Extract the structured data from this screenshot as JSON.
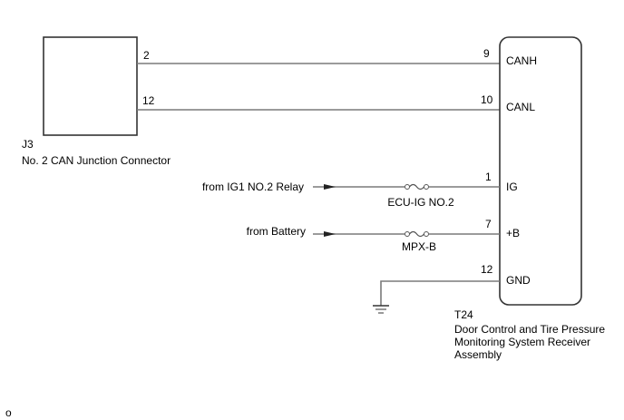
{
  "diagram": {
    "left_component": {
      "id": "J3",
      "name": "No. 2 CAN Junction Connector",
      "pins": [
        {
          "pin": "2"
        },
        {
          "pin": "12"
        }
      ]
    },
    "right_component": {
      "id": "T24",
      "name_lines": [
        "Door Control and Tire Pressure",
        "Monitoring System Receiver",
        "Assembly"
      ],
      "terminals": [
        {
          "pin": "9",
          "label": "CANH"
        },
        {
          "pin": "10",
          "label": "CANL"
        },
        {
          "pin": "1",
          "label": "IG"
        },
        {
          "pin": "7",
          "label": "+B"
        },
        {
          "pin": "12",
          "label": "GND"
        }
      ]
    },
    "sources": [
      {
        "label": "from IG1 NO.2 Relay",
        "fuse": "ECU-IG NO.2"
      },
      {
        "label": "from Battery",
        "fuse": "MPX-B"
      }
    ],
    "footer_mark": "o"
  }
}
